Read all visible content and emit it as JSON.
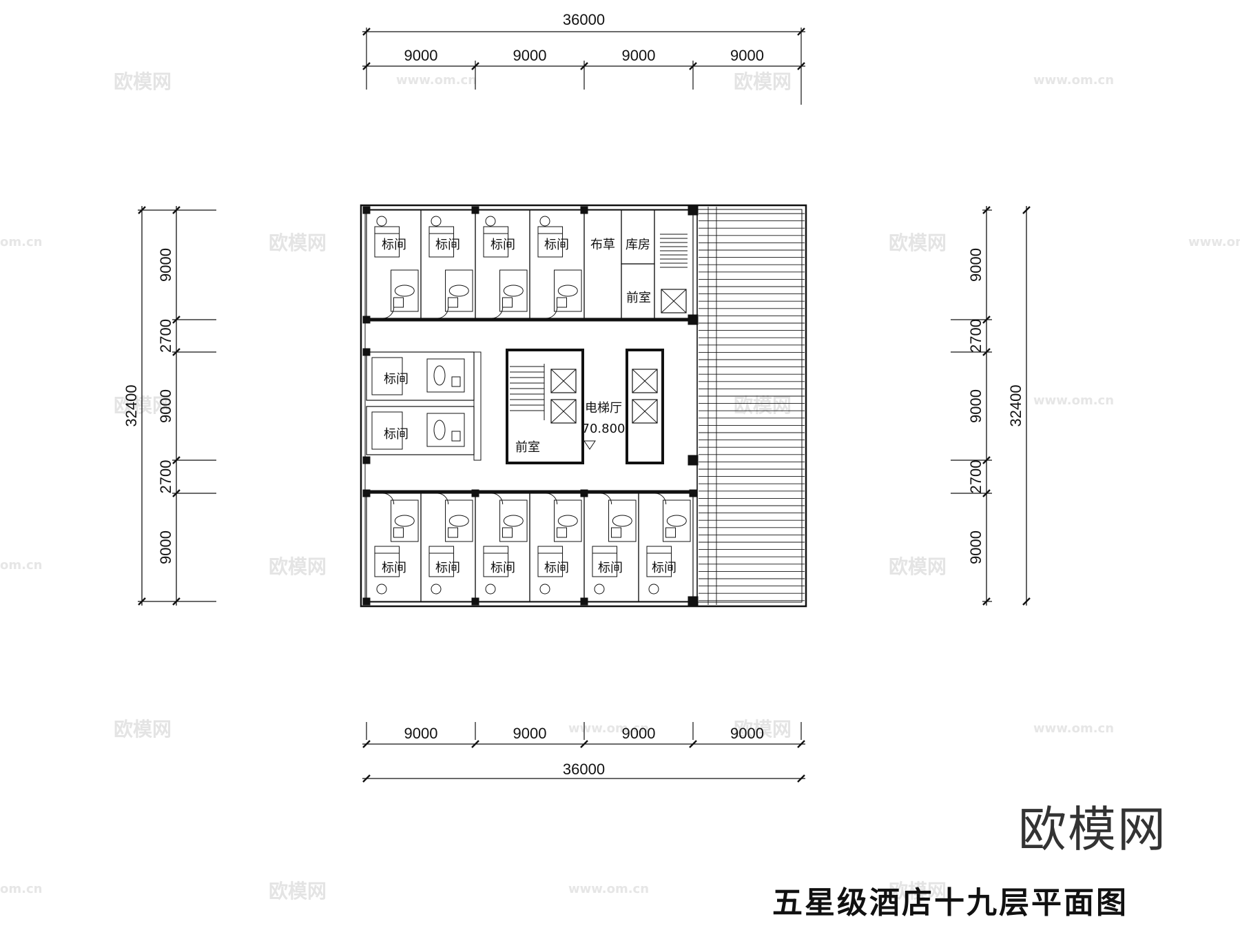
{
  "drawing": {
    "title": "五星级酒店十九层平面图",
    "brand": "欧模网",
    "watermark_text": "欧模网",
    "watermark_url": "www.om.cn",
    "watermark_url_short": "om.cn"
  },
  "dimensions": {
    "top_total": "36000",
    "top_segments": [
      "9000",
      "9000",
      "9000",
      "9000"
    ],
    "bottom_total": "36000",
    "bottom_segments": [
      "9000",
      "9000",
      "9000",
      "9000"
    ],
    "left_total": "32400",
    "left_segments": [
      "9000",
      "2700",
      "9000",
      "2700",
      "9000"
    ],
    "right_total": "32400",
    "right_segments": [
      "9000",
      "2700",
      "9000",
      "2700",
      "9000"
    ]
  },
  "rooms": {
    "standard": "标间",
    "linen": "布草",
    "storage": "库房",
    "antechamber": "前室",
    "elevator_hall": "电梯厅",
    "elevation": "70.800"
  }
}
